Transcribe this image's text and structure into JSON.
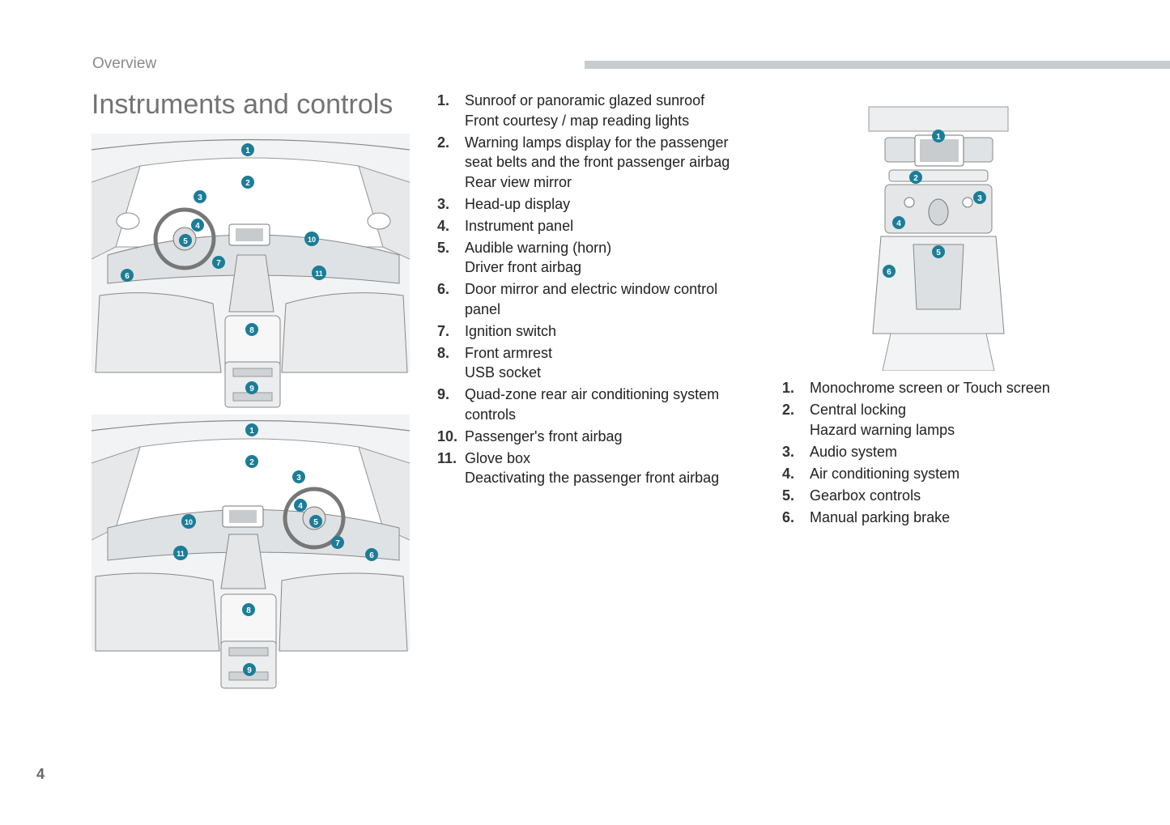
{
  "header": {
    "section": "Overview",
    "title": "Instruments and controls"
  },
  "accent_color": "#1c7d98",
  "bar_color": "#c9ccce",
  "left_list": [
    {
      "num": "1.",
      "lines": [
        "Sunroof or panoramic glazed sunroof",
        "Front courtesy / map reading lights"
      ]
    },
    {
      "num": "2.",
      "lines": [
        "Warning lamps display for the passenger",
        "seat belts and the front passenger airbag",
        "Rear view mirror"
      ]
    },
    {
      "num": "3.",
      "lines": [
        "Head-up display"
      ]
    },
    {
      "num": "4.",
      "lines": [
        "Instrument panel"
      ]
    },
    {
      "num": "5.",
      "lines": [
        "Audible warning (horn)",
        "Driver front airbag"
      ]
    },
    {
      "num": "6.",
      "lines": [
        "Door mirror and electric window control",
        "panel"
      ]
    },
    {
      "num": "7.",
      "lines": [
        "Ignition switch"
      ]
    },
    {
      "num": "8.",
      "lines": [
        "Front armrest",
        "USB socket"
      ]
    },
    {
      "num": "9.",
      "lines": [
        "Quad-zone rear air conditioning system",
        "controls"
      ]
    },
    {
      "num": "10.",
      "lines": [
        "Passenger's front airbag"
      ]
    },
    {
      "num": "11.",
      "lines": [
        "Glove box",
        "Deactivating the passenger front airbag"
      ]
    }
  ],
  "right_list": [
    {
      "num": "1.",
      "lines": [
        "Monochrome screen or Touch screen"
      ]
    },
    {
      "num": "2.",
      "lines": [
        "Central locking",
        "Hazard warning lamps"
      ]
    },
    {
      "num": "3.",
      "lines": [
        "Audio system"
      ]
    },
    {
      "num": "4.",
      "lines": [
        "Air conditioning system"
      ]
    },
    {
      "num": "5.",
      "lines": [
        "Gearbox controls"
      ]
    },
    {
      "num": "6.",
      "lines": [
        "Manual parking brake"
      ]
    }
  ],
  "illustrations": {
    "lhd_markers": [
      "1",
      "2",
      "3",
      "4",
      "5",
      "6",
      "7",
      "8",
      "9",
      "10",
      "11"
    ],
    "rhd_markers": [
      "1",
      "2",
      "3",
      "4",
      "5",
      "6",
      "7",
      "8",
      "9",
      "10",
      "11"
    ],
    "console_markers": [
      "1",
      "2",
      "3",
      "4",
      "5",
      "6"
    ]
  },
  "page_number": "4"
}
